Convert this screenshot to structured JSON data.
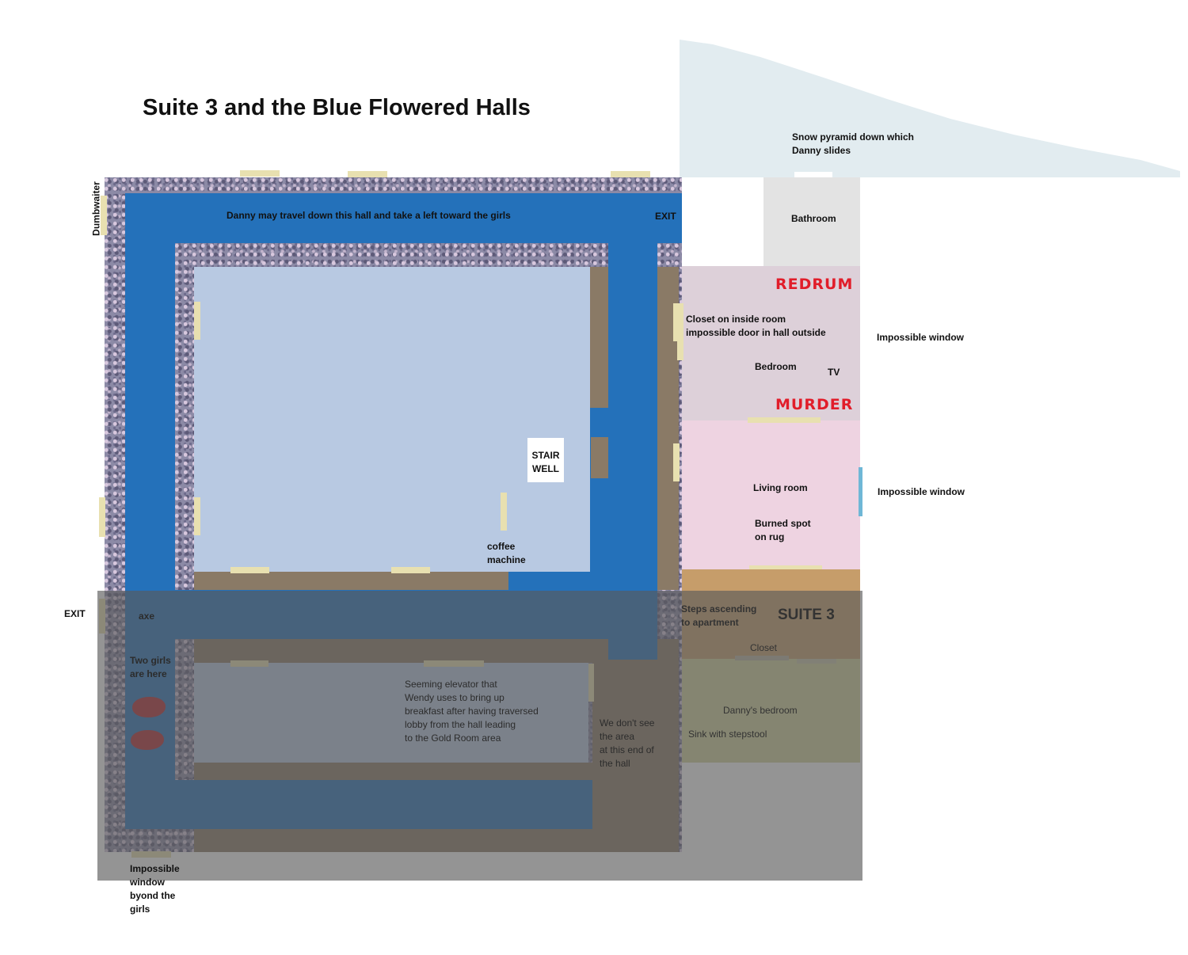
{
  "title": "Suite 3 and the Blue Flowered Halls",
  "labels": {
    "snow": "Snow pyramid down which\nDanny slides",
    "bathroom": "Bathroom",
    "redrum": "REDRUM",
    "murder": "MURDER",
    "closet_inside": "Closet on inside room\nimpossible door in hall outside",
    "bedroom": "Bedroom",
    "tv": "TV",
    "impossible_window_1": "Impossible window",
    "impossible_window_2": "Impossible window",
    "living_room": "Living room",
    "burned_spot": "Burned spot\non  rug",
    "dumbwaiter": "Dumbwaiter",
    "hall_note": "Danny may travel down this hall and take a left toward the girls",
    "exit_top": "EXIT",
    "exit_left": "EXIT",
    "stairwell": "STAIR\nWELL",
    "coffee_machine": "coffee\nmachine",
    "axe": "axe",
    "two_girls": "Two girls\nare here",
    "elevator_note": "Seeming elevator that\nWendy uses to bring up\nbreakfast after having traversed\nlobby from the hall leading\nto the Gold Room area",
    "unseen_area": "We don't see\nthe area\nat this end of\nthe hall",
    "steps": "Steps ascending\nto apartment",
    "suite3": "SUITE 3",
    "closet": "Closet",
    "dannys_bedroom": "Danny's bedroom",
    "sink": "Sink with stepstool",
    "impossible_window_girls": "Impossible\nwindow\nbyond the\ngirls"
  },
  "colors": {
    "hall_blue": "#2471ba",
    "core_blue": "#b8c9e2",
    "wall_brown": "#8a7a66",
    "snow": "#e2ecf0",
    "bathroom": "#e3e3e3",
    "bedroom": "#ddd0d9",
    "living_room": "#eed3e1",
    "steps": "#c69d6a",
    "dannys_bedroom": "#d4d59c",
    "overlay_gray": "rgba(90,90,90,0.65)",
    "redrum_red": "#e11d2a"
  }
}
